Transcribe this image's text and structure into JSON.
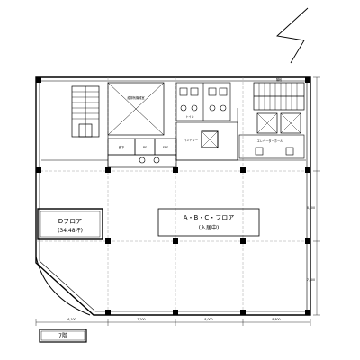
{
  "rooms": {
    "main": {
      "name": "A・B・C・フロア",
      "status": "(入居中)"
    },
    "d": {
      "name": "Dフロア",
      "area": "(34.48坪)"
    }
  },
  "floor_label": "7階",
  "small_labels": {
    "machine_room": "給排気機械室",
    "pantry": "パントリー",
    "elevator_hall": "エレベーターホール",
    "toilet": "トイレ",
    "stair": "階段",
    "corridor": "廊下",
    "ps": "PS",
    "eps": "EPS"
  },
  "dimensions": {
    "bottom": [
      "6,100",
      "7,200",
      "8,000",
      "8,800"
    ],
    "right": [
      "8,100",
      "7,800"
    ]
  }
}
